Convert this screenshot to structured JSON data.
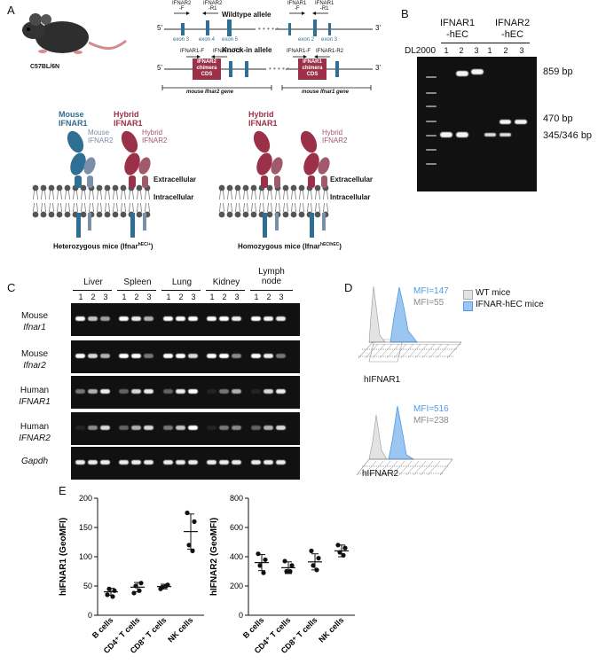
{
  "panels": {
    "A": "A",
    "B": "B",
    "C": "C",
    "D": "D",
    "E": "E"
  },
  "panelA": {
    "mouse_strain": "C57BL/6N",
    "wildtype_title": "Wildtype allele",
    "knockin_title": "Knock-in allele",
    "prime5": "5'",
    "prime3": "3'",
    "primer_ifnar2_f": "IFNAR2\n-F",
    "primer_ifnar2_r1": "IFNAR2\n-R1",
    "primer_ifnar1_f": "IFNAR1\n-F",
    "primer_ifnar1_r1": "IFNAR1\n-R1",
    "primer_ki_ifnar1_f_left": "IFNAR1-F",
    "primer_ki_ifnar1_r2_left": "IFNAR1-R2",
    "primer_ki_ifnar1_f_right": "IFNAR1-F",
    "primer_ki_ifnar1_r2_right": "IFNAR1-R2",
    "exon3": "exon 3",
    "exon4": "exon 4",
    "exon5": "exon 5",
    "exon2": "exon 2",
    "exon3b": "exon 3",
    "ifnar2_chimera": "IFNAR2\nchimera\nCDS",
    "ifnar1_chimera": "IFNAR1\nchimera\nCDS",
    "gene_ifnar2": "mouse Ifnar2 gene",
    "gene_ifnar1": "mouse Ifnar1 gene",
    "mouse_ifnar1": "Mouse\nIFNAR1",
    "mouse_ifnar2": "Mouse\nIFNAR2",
    "hybrid_ifnar1": "Hybrid\nIFNAR1",
    "hybrid_ifnar2": "Hybrid\nIFNAR2",
    "hybrid_ifnar1_b": "Hybrid\nIFNAR1",
    "hybrid_ifnar2_b": "Hybrid\nIFNAR2",
    "extracellular": "Extracellular",
    "intracellular": "Intracellular",
    "extracellular_b": "Extracellular",
    "intracellular_b": "Intracellular",
    "hetero_caption": "Heterozygous mice (Ifnar",
    "hetero_sup": "hEC/+",
    "homo_caption": "Homozygous mice (Ifnar",
    "homo_sup": "hEC/hEC",
    "caption_close": ")"
  },
  "panelB": {
    "group1": "IFNAR1\n-hEC",
    "group2": "IFNAR2\n-hEC",
    "ladder": "DL2000",
    "lanes": [
      "1",
      "2",
      "3",
      "1",
      "2",
      "3"
    ],
    "sizes": [
      "859 bp",
      "470 bp",
      "345/346 bp"
    ]
  },
  "panelC": {
    "tissues": [
      "Liver",
      "Spleen",
      "Lung",
      "Kidney",
      "Lymph\nnode"
    ],
    "lanes": [
      "1",
      "2",
      "3"
    ],
    "rows": [
      {
        "line1": "Mouse",
        "line2": "Ifnar1"
      },
      {
        "line1": "Mouse",
        "line2": "Ifnar2"
      },
      {
        "line1": "Human",
        "line2": "IFNAR1"
      },
      {
        "line1": "Human",
        "line2": "IFNAR2"
      },
      {
        "line1": "",
        "line2": "Gapdh"
      }
    ]
  },
  "panelD": {
    "plot1": {
      "mfi_hec": "MFI=147",
      "mfi_wt": "MFI=55",
      "xlabel": "hIFNAR1"
    },
    "plot2": {
      "mfi_hec": "MFI=516",
      "mfi_wt": "MFI=238",
      "xlabel": "hIFNAR2"
    },
    "legend": [
      {
        "label": "WT mice",
        "color": "#e3e3e3"
      },
      {
        "label": "IFNAR-hEC mice",
        "color": "#9cc6f2"
      }
    ],
    "colors": {
      "hec": "#4f9be6",
      "wt": "#8a8a8a"
    }
  },
  "chart_data": [
    {
      "type": "scatter",
      "ylabel": "hIFNAR1 (GeoMFI)",
      "ylim": [
        0,
        200
      ],
      "yticks": [
        "0",
        "50",
        "100",
        "150",
        "200"
      ],
      "categories": [
        "B cells",
        "CD4⁺ T cells",
        "CD8⁺ T cells",
        "NK cells"
      ],
      "points": [
        [
          35,
          42,
          45,
          32
        ],
        [
          38,
          55,
          50,
          42
        ],
        [
          45,
          52,
          48,
          50
        ],
        [
          175,
          160,
          120,
          110
        ]
      ],
      "means": [
        40,
        48,
        49,
        143
      ],
      "sd": [
        6,
        8,
        4,
        30
      ]
    },
    {
      "type": "scatter",
      "ylabel": "hIFNAR2 (GeoMFI)",
      "ylim": [
        0,
        800
      ],
      "yticks": [
        "0",
        "200",
        "400",
        "600",
        "800"
      ],
      "categories": [
        "B cells",
        "CD4⁺ T cells",
        "CD8⁺ T cells",
        "NK cells"
      ],
      "points": [
        [
          420,
          380,
          340,
          290
        ],
        [
          370,
          340,
          300,
          300
        ],
        [
          440,
          390,
          340,
          310
        ],
        [
          480,
          460,
          430,
          410
        ]
      ],
      "means": [
        360,
        325,
        365,
        440
      ],
      "sd": [
        55,
        40,
        55,
        40
      ]
    }
  ]
}
